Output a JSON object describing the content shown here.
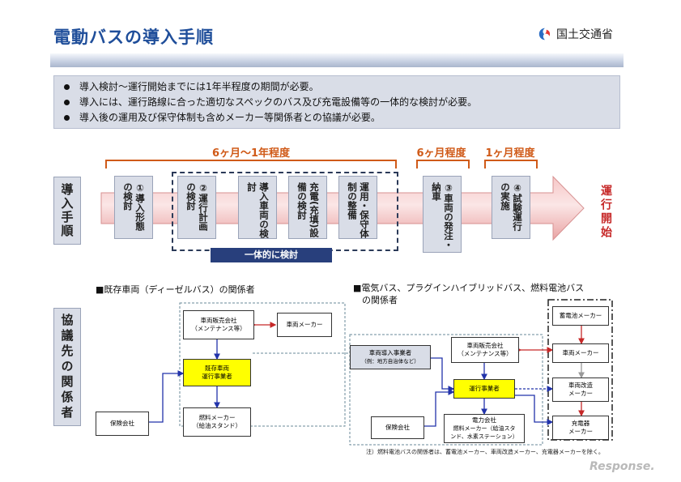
{
  "header": {
    "title": "電動バスの導入手順",
    "logo_text": "国土交通省"
  },
  "bullets": [
    "導入検討～運行開始までには1年半程度の期間が必要。",
    "導入には、運行路線に合った適切なスペックのバス及び充電設備等の一体的な検討が必要。",
    "導入後の運用及び保守体制も含めメーカー等関係者との協議が必要。"
  ],
  "periods": {
    "p1": "6ヶ月～1年程度",
    "p2": "6ヶ月程度",
    "p3": "1ヶ月程度"
  },
  "procedure": {
    "label": "導入手順",
    "steps": [
      "①導入形態の検討",
      "②運行計画の検討",
      "導入車両の検討",
      "充電(充填)設備の検討",
      "運用・保守体制の整備",
      "③車両の発注・納車",
      "④試験運行の実施"
    ],
    "integrated_label": "一体的に検討",
    "end_label": "運行開始"
  },
  "consult": {
    "label": "協議先の関係者",
    "diesel_heading": "■既存車両（ディーゼルバス）の関係者",
    "electric_heading_1": "■電気バス、プラグインハイブリッドバス、燃料電池バス",
    "electric_heading_2": "の関係者",
    "diesel_nodes": {
      "dealer_1": "車両販売会社",
      "dealer_2": "（メンテナンス等）",
      "maker": "車両メーカー",
      "operator_1": "既存車両",
      "operator_2": "運行事業者",
      "insurance": "保険会社",
      "fuel_1": "燃料メーカー",
      "fuel_2": "（給油スタンド）"
    },
    "electric_nodes": {
      "battery": "蓄電池メーカー",
      "dealer_1": "車両販売会社",
      "dealer_2": "（メンテナンス等）",
      "maker": "車両メーカー",
      "intro_1": "車両導入事業者",
      "intro_2": "（例：地方自治体など）",
      "operator": "運行事業者",
      "modifier_1": "車両改造",
      "modifier_2": "メーカー",
      "insurance": "保険会社",
      "power_1": "電力会社",
      "power_2": "燃料メーカー（給油スタ",
      "power_3": "ンド、水素ステーション）",
      "charger_1": "充電器",
      "charger_2": "メーカー"
    },
    "footnote": "注）燃料電池バスの関係者は、蓄電池メーカー、車両改造メーカー、充電器メーカーを除く。"
  },
  "watermark": "Response."
}
